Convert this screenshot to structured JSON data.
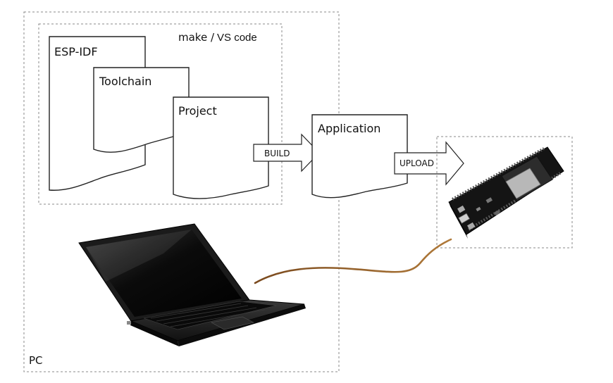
{
  "regions": {
    "pc_label": "PC",
    "build_env_label_a": "make /",
    "build_env_label_b": "VS code"
  },
  "documents": {
    "esp_idf": "ESP-IDF",
    "toolchain": "Toolchain",
    "project": "Project",
    "application": "Application"
  },
  "arrows": {
    "build": "BUILD",
    "upload": "UPLOAD"
  }
}
